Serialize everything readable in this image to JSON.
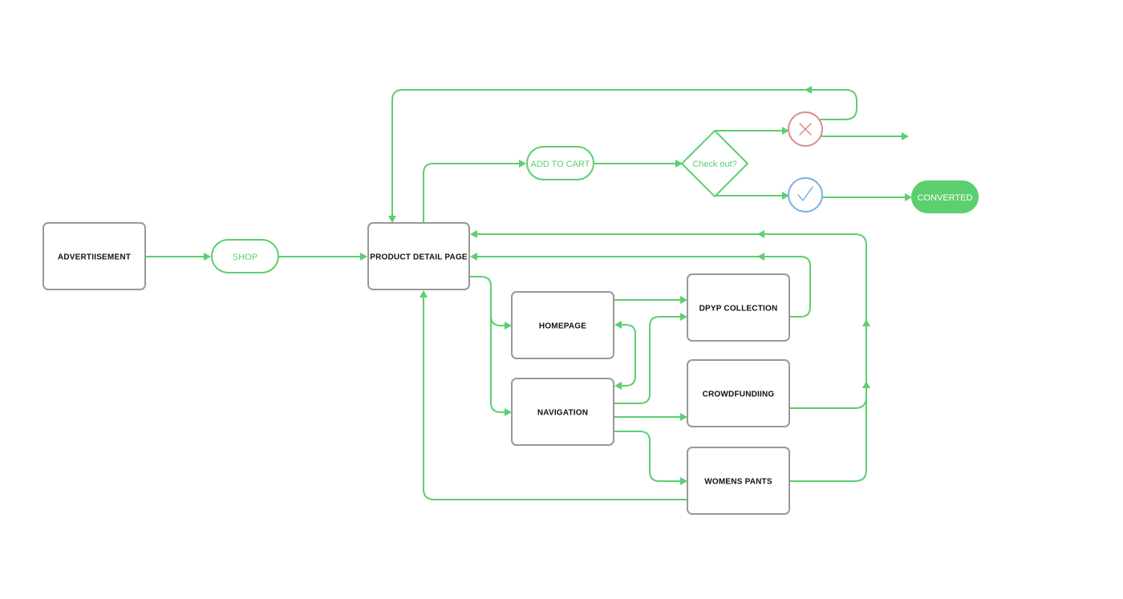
{
  "nodes": {
    "advertisement": "ADVERTIISEMENT",
    "shop": "SHOP",
    "product_detail_page": "PRODUCT DETAIL PAGE",
    "add_to_cart": "ADD TO CART",
    "check_out": "Check out?",
    "converted": "CONVERTED",
    "homepage": "HOMEPAGE",
    "navigation": "NAVIGATION",
    "dpyp_collection": "DPYP COLLECTION",
    "crowdfunding": "CROWDFUNDIING",
    "womens_pants": "WOMENS PANTS"
  },
  "decisions": {
    "reject_icon": "x-icon",
    "accept_icon": "checkmark-icon"
  },
  "colors": {
    "flow_line": "#5ccf6f",
    "box_border": "#999999",
    "reject_circle": "#d98b8b",
    "accept_circle": "#7aaee8",
    "converted_fill": "#5ccf6f"
  }
}
